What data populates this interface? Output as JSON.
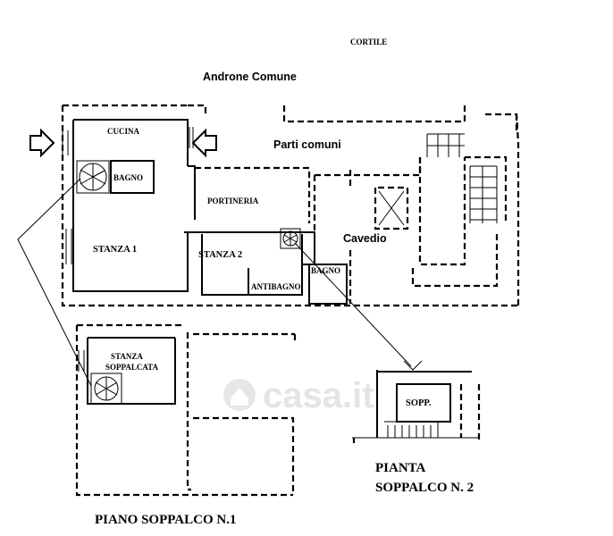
{
  "labels": {
    "cortile": "CORTILE",
    "androne": "Androne Comune",
    "parti_comuni": "Parti comuni",
    "cucina": "CUCINA",
    "bagno_1": "BAGNO",
    "portineria": "PORTINERIA",
    "stanza_1": "STANZA 1",
    "stanza_2": "STANZA 2",
    "cavedio": "Cavedio",
    "bagno_2": "BAGNO",
    "antibagno": "ANTIBAGNO",
    "stanza_soppalcata_1": "STANZA",
    "stanza_soppalcata_2": "SOPPALCATA",
    "sopp": "SOPP.",
    "pianta_soppalco_1": "PIANTA",
    "pianta_soppalco_2": "SOPPALCO N. 2",
    "piano_soppalco_1": "PIANO SOPPALCO N.1"
  },
  "watermark": "casa.it"
}
